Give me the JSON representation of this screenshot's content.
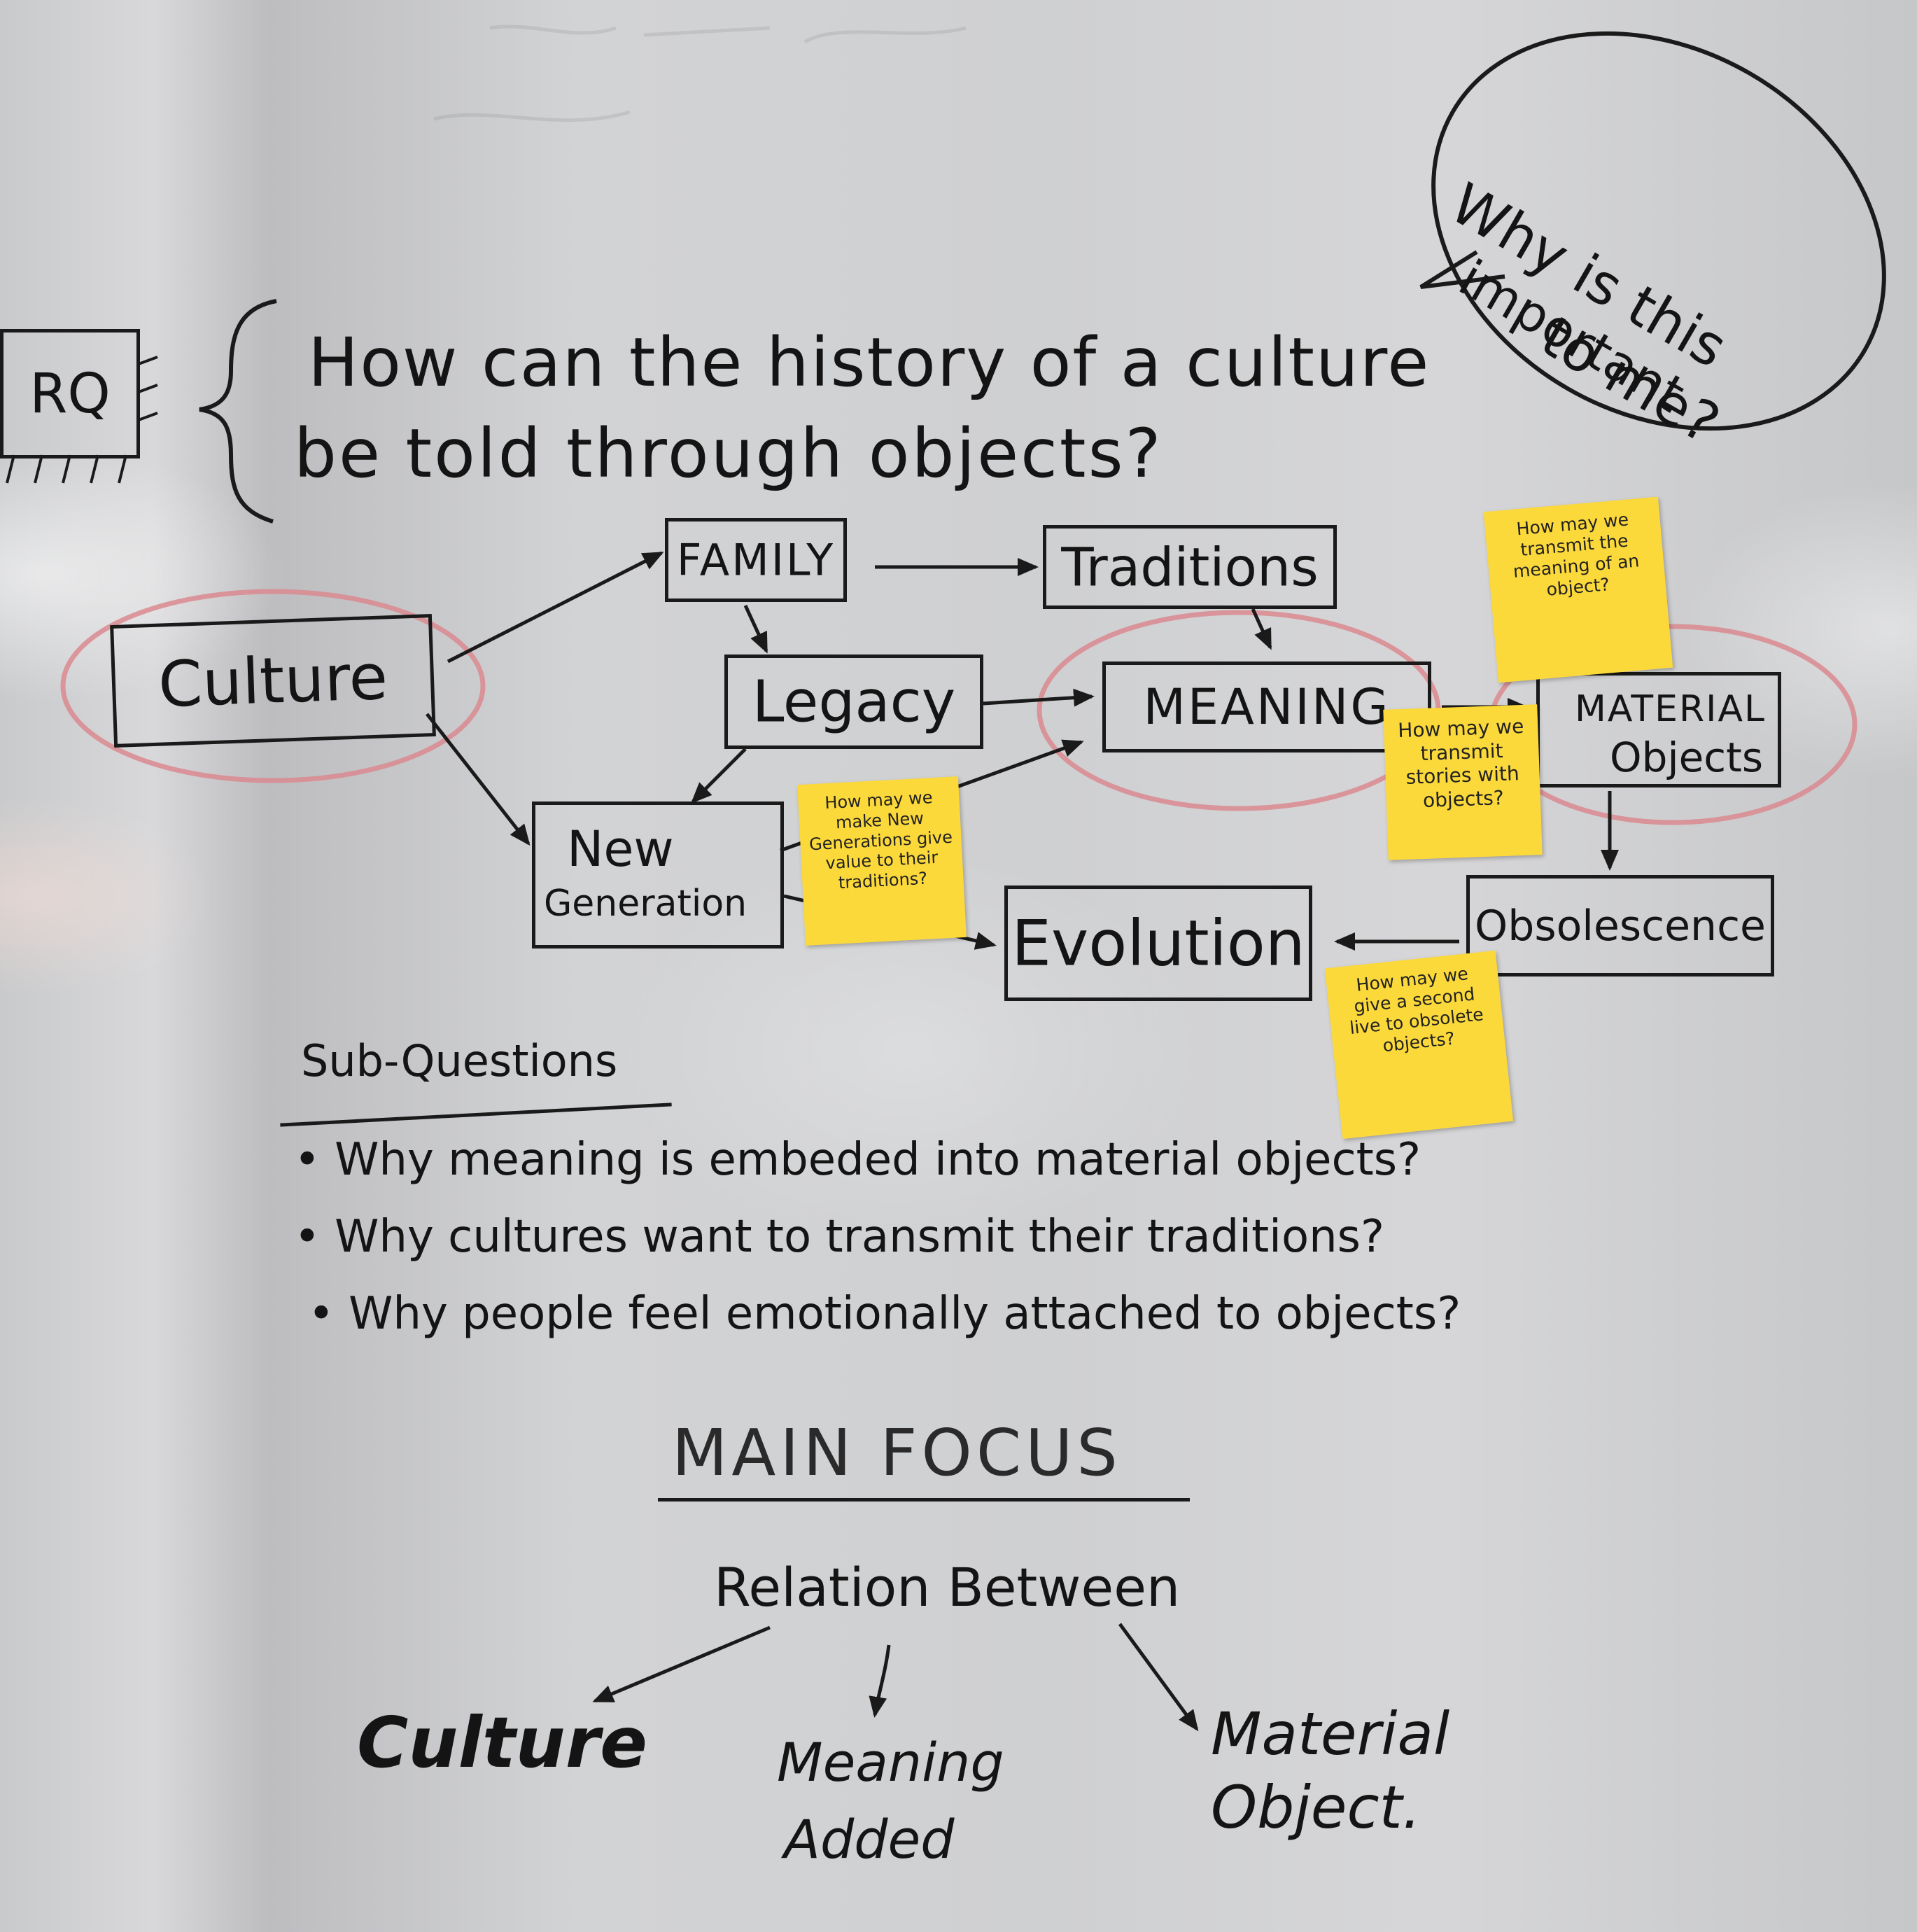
{
  "whiteboard": {
    "rq_tag": "RQ",
    "research_question": {
      "line1": "How can the history of a culture",
      "line2": "be told through objects?"
    },
    "importance_bubble": {
      "line1": "Why is this",
      "line2": "important",
      "line3": "to me?"
    },
    "nodes": {
      "culture": "Culture",
      "family": "FAMILY",
      "traditions": "Traditions",
      "legacy": "Legacy",
      "meaning": "MEANING",
      "material_objects_line1": "MATERIAL",
      "material_objects_line2": "Objects",
      "new_generation_line1": "New",
      "new_generation_line2": "Generation",
      "evolution": "Evolution",
      "obsolescence": "Obsolescence"
    },
    "sticky_notes": {
      "transmit_meaning": "How may we transmit the meaning of an object?",
      "transmit_stories": "How may we transmit stories with objects?",
      "new_generations": "How may we make New Generations give value to their traditions?",
      "second_life": "How may we give a second live to obsolete objects?"
    },
    "sub_questions": {
      "heading": "Sub-Questions",
      "items": [
        "Why meaning is embeded into material objects?",
        "Why cultures want to transmit their traditions?",
        "Why people feel emotionally attached to objects?"
      ]
    },
    "main_focus": {
      "heading": "MAIN FOCUS",
      "relation": "Relation Between",
      "targets": {
        "culture": "Culture",
        "meaning_line1": "Meaning",
        "meaning_line2": "Added",
        "material_line1": "Material",
        "material_line2": "Object."
      }
    },
    "colors": {
      "marker": "#1a1a1a",
      "highlight_red": "#d98a8f",
      "sticky_yellow": "#fcd93a",
      "board": "#d0d1d3"
    }
  }
}
